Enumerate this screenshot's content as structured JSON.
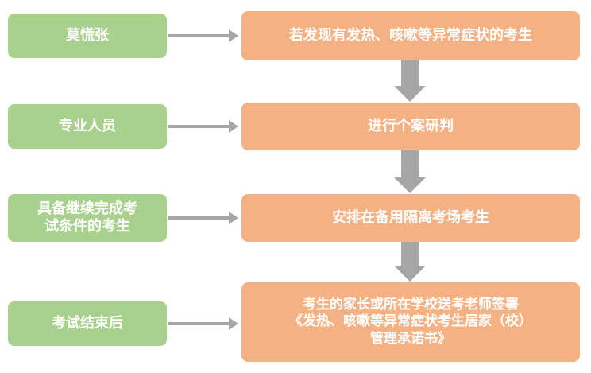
{
  "left_items": [
    {
      "lines": [
        "莫慌张"
      ]
    },
    {
      "lines": [
        "专业人员"
      ]
    },
    {
      "lines": [
        "具备继续完成考",
        "试条件的考生"
      ]
    },
    {
      "lines": [
        "考试结束后"
      ]
    }
  ],
  "right_steps": [
    {
      "lines": [
        "若发现有发热、咳嗽等异常症状的考生"
      ]
    },
    {
      "lines": [
        "进行个案研判"
      ]
    },
    {
      "lines": [
        "安排在备用隔离考场考生"
      ]
    },
    {
      "lines": [
        "考生的家长或所在学校送考老师签署",
        "《发热、咳嗽等异常症状考生居家（校）",
        "管理承诺书》"
      ]
    }
  ],
  "colors": {
    "left_box": "#a8d18d",
    "right_box": "#f4b183",
    "arrow": "#a6a6a6"
  }
}
